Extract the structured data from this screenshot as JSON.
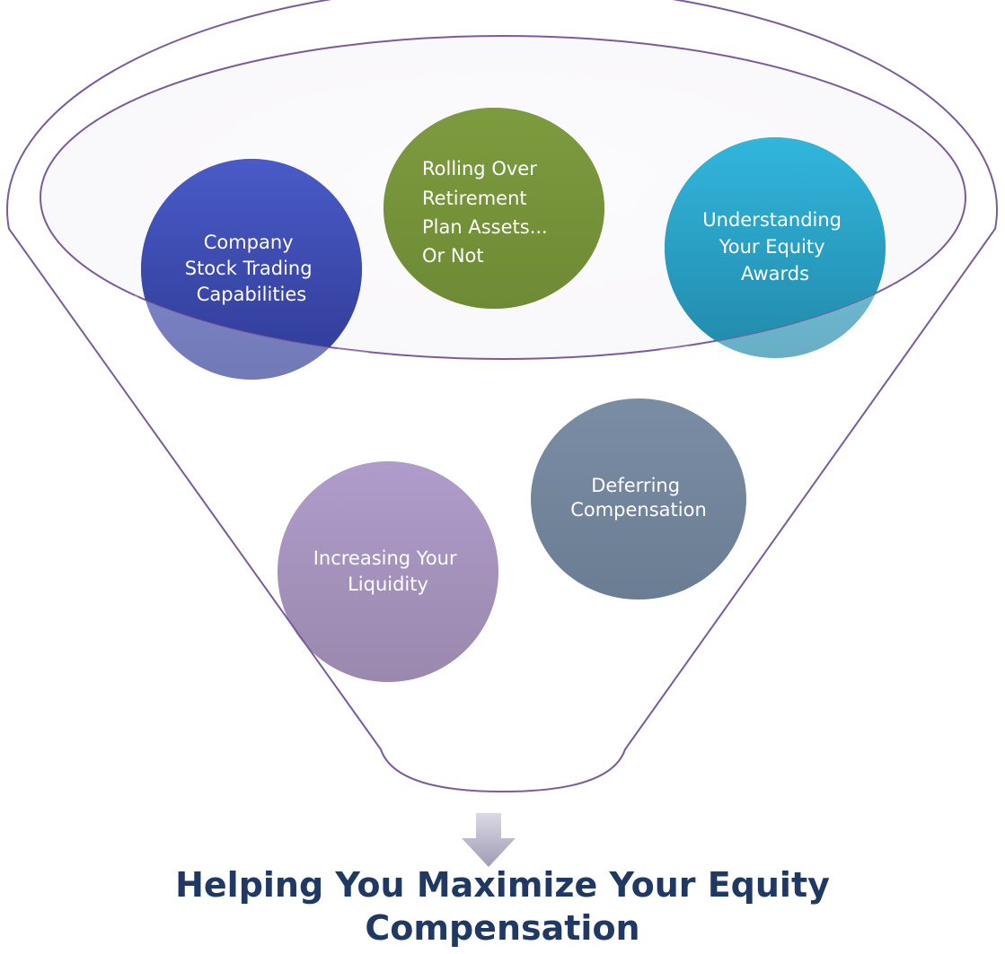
{
  "diagram": {
    "type": "funnel",
    "bubbles": [
      {
        "id": "company-stock",
        "lines": [
          "Company",
          "Stock Trading",
          "Capabilities"
        ],
        "color": "#3f51b5"
      },
      {
        "id": "rolling-over",
        "lines": [
          "Rolling Over",
          "Retirement",
          "Plan Assets...",
          "Or Not"
        ],
        "color": "#77933c"
      },
      {
        "id": "understanding-equity",
        "lines": [
          "Understanding",
          "Your Equity",
          "Awards"
        ],
        "color": "#2aaed0"
      },
      {
        "id": "deferring-comp",
        "lines": [
          "Deferring",
          "Compensation"
        ],
        "color": "#71849b"
      },
      {
        "id": "increasing-liquidity",
        "lines": [
          "Increasing Your",
          "Liquidity"
        ],
        "color": "#a593c2"
      }
    ],
    "result": {
      "line1": "Helping You Maximize Your Equity",
      "line2": "Compensation"
    },
    "colors": {
      "funnel_outline": "#7b5b9a",
      "rim_fill": "#ebe7f0",
      "title": "#1f3864",
      "arrow": "#b6b2c6"
    }
  }
}
